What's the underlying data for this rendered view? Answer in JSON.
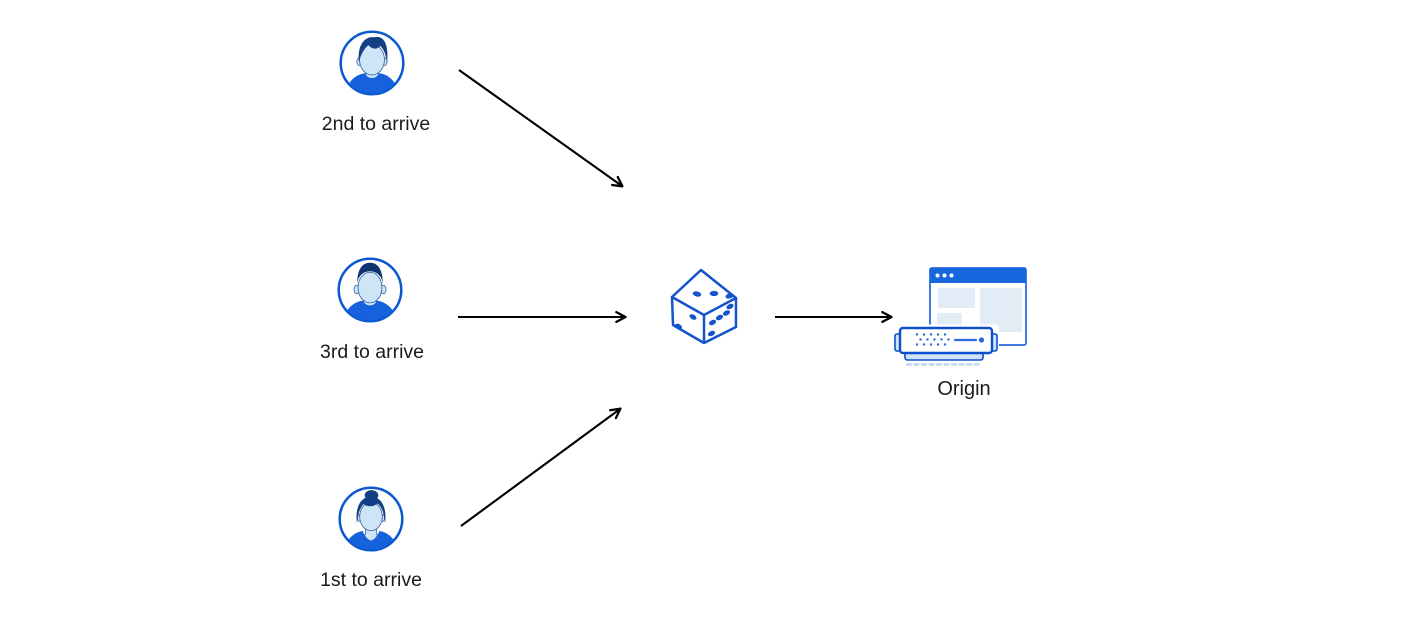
{
  "diagram": {
    "clients": [
      {
        "label": "2nd to arrive",
        "avatar": "man-swoop-hair-avatar"
      },
      {
        "label": "3rd to arrive",
        "avatar": "man-short-hair-avatar"
      },
      {
        "label": "1st to arrive",
        "avatar": "woman-bun-hair-avatar"
      }
    ],
    "selector": {
      "icon": "dice-icon"
    },
    "origin": {
      "label": "Origin",
      "icon": "origin-server-icon"
    },
    "connections": [
      {
        "from": "2nd to arrive",
        "to": "dice"
      },
      {
        "from": "3rd to arrive",
        "to": "dice"
      },
      {
        "from": "1st to arrive",
        "to": "dice"
      },
      {
        "from": "dice",
        "to": "Origin"
      }
    ],
    "colors": {
      "primary_blue": "#0b58d0",
      "shirt_blue": "#1661dc",
      "hair_navy": "#143f85",
      "skin_light_blue": "#cde5f6",
      "dice_blue": "#1453cd",
      "browser_titlebar": "#1766dd",
      "panel_fill": "#e2edf8",
      "server_accent": "#2a6ae0",
      "arrow_black": "#000000",
      "label_text": "#1b1b1d"
    }
  }
}
